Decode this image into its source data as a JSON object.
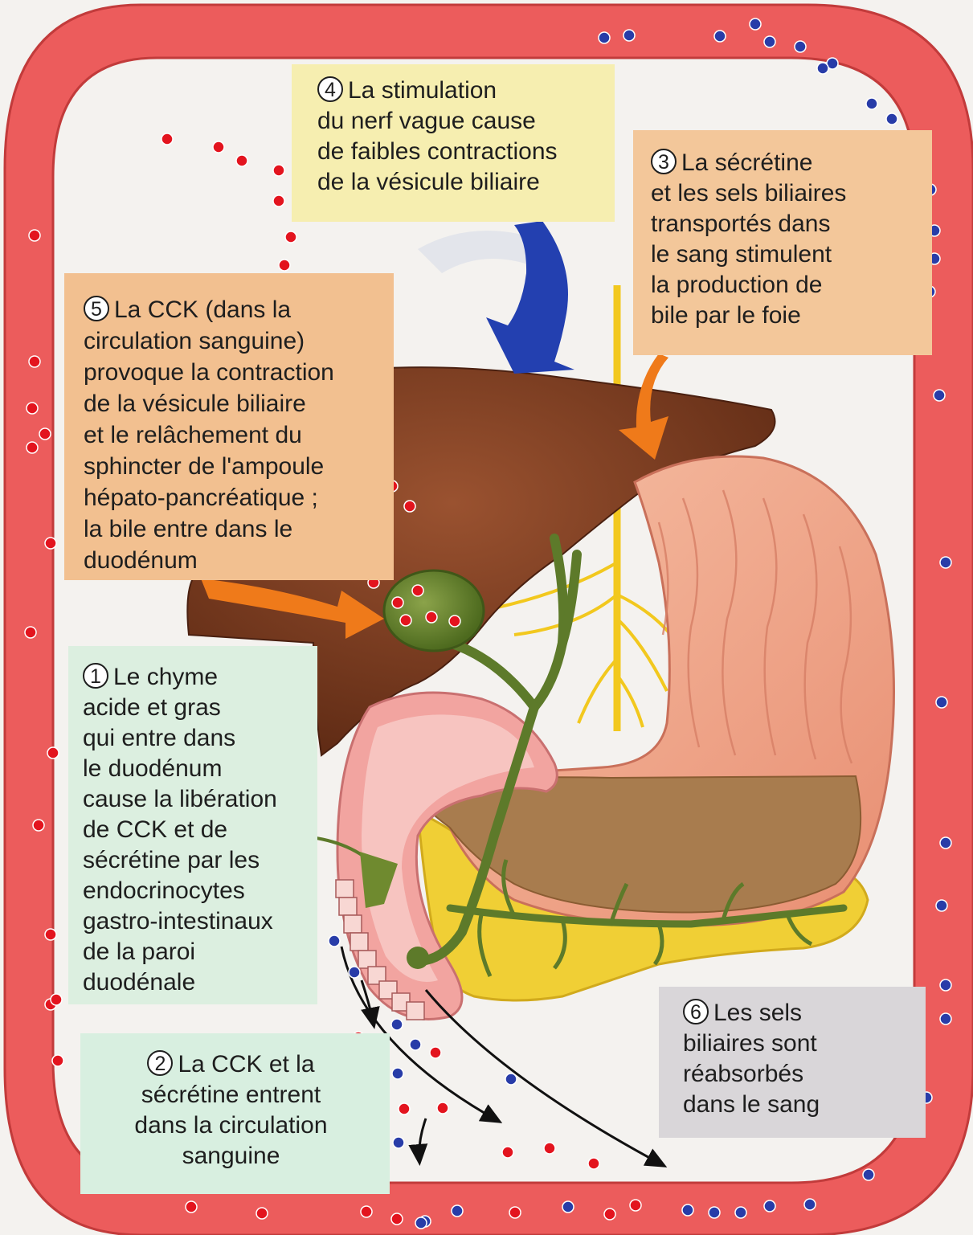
{
  "steps": [
    {
      "num": "4",
      "text": "La stimulation\ndu nerf vague cause\nde faibles contractions\nde la vésicule biliaire"
    },
    {
      "num": "3",
      "text": "La sécrétine\net les sels biliaires\ntransportés dans\nle sang stimulent\nla production de\nbile par le foie"
    },
    {
      "num": "5",
      "text": "La CCK (dans la\ncirculation sanguine)\nprovoque la contraction\nde la vésicule biliaire\net le relâchement du\nsphincter de l'ampoule\nhépato-pancréatique ;\nla bile entre dans le\nduodénum"
    },
    {
      "num": "1",
      "text": "Le chyme\nacide et gras\nqui entre dans\nle duodénum\ncause la libération\nde CCK et de\nsécrétine par les\nendocrinocytes\ngastro-intestinaux\nde la paroi\nduodénale"
    },
    {
      "num": "2",
      "text": "La CCK et la\nsécrétine entrent\ndans la circulation\nsanguine"
    },
    {
      "num": "6",
      "text": "Les sels\nbiliaires sont\nréabsorbés\ndans le sang"
    }
  ],
  "colors": {
    "vessel": "#ec5c5c",
    "vessel_edge": "#c23b3b",
    "cck_dot": "#e3141e",
    "secretin_dot": "#283ca8",
    "liver": "#7a3a1e",
    "stomach": "#f1a98c",
    "pancreas": "#f0cf35",
    "gallbladder": "#5d7a2a",
    "nerve": "#f2c81e",
    "vagus_arrow": "#2340b0",
    "hormone_arrow": "#ef7a1a"
  }
}
